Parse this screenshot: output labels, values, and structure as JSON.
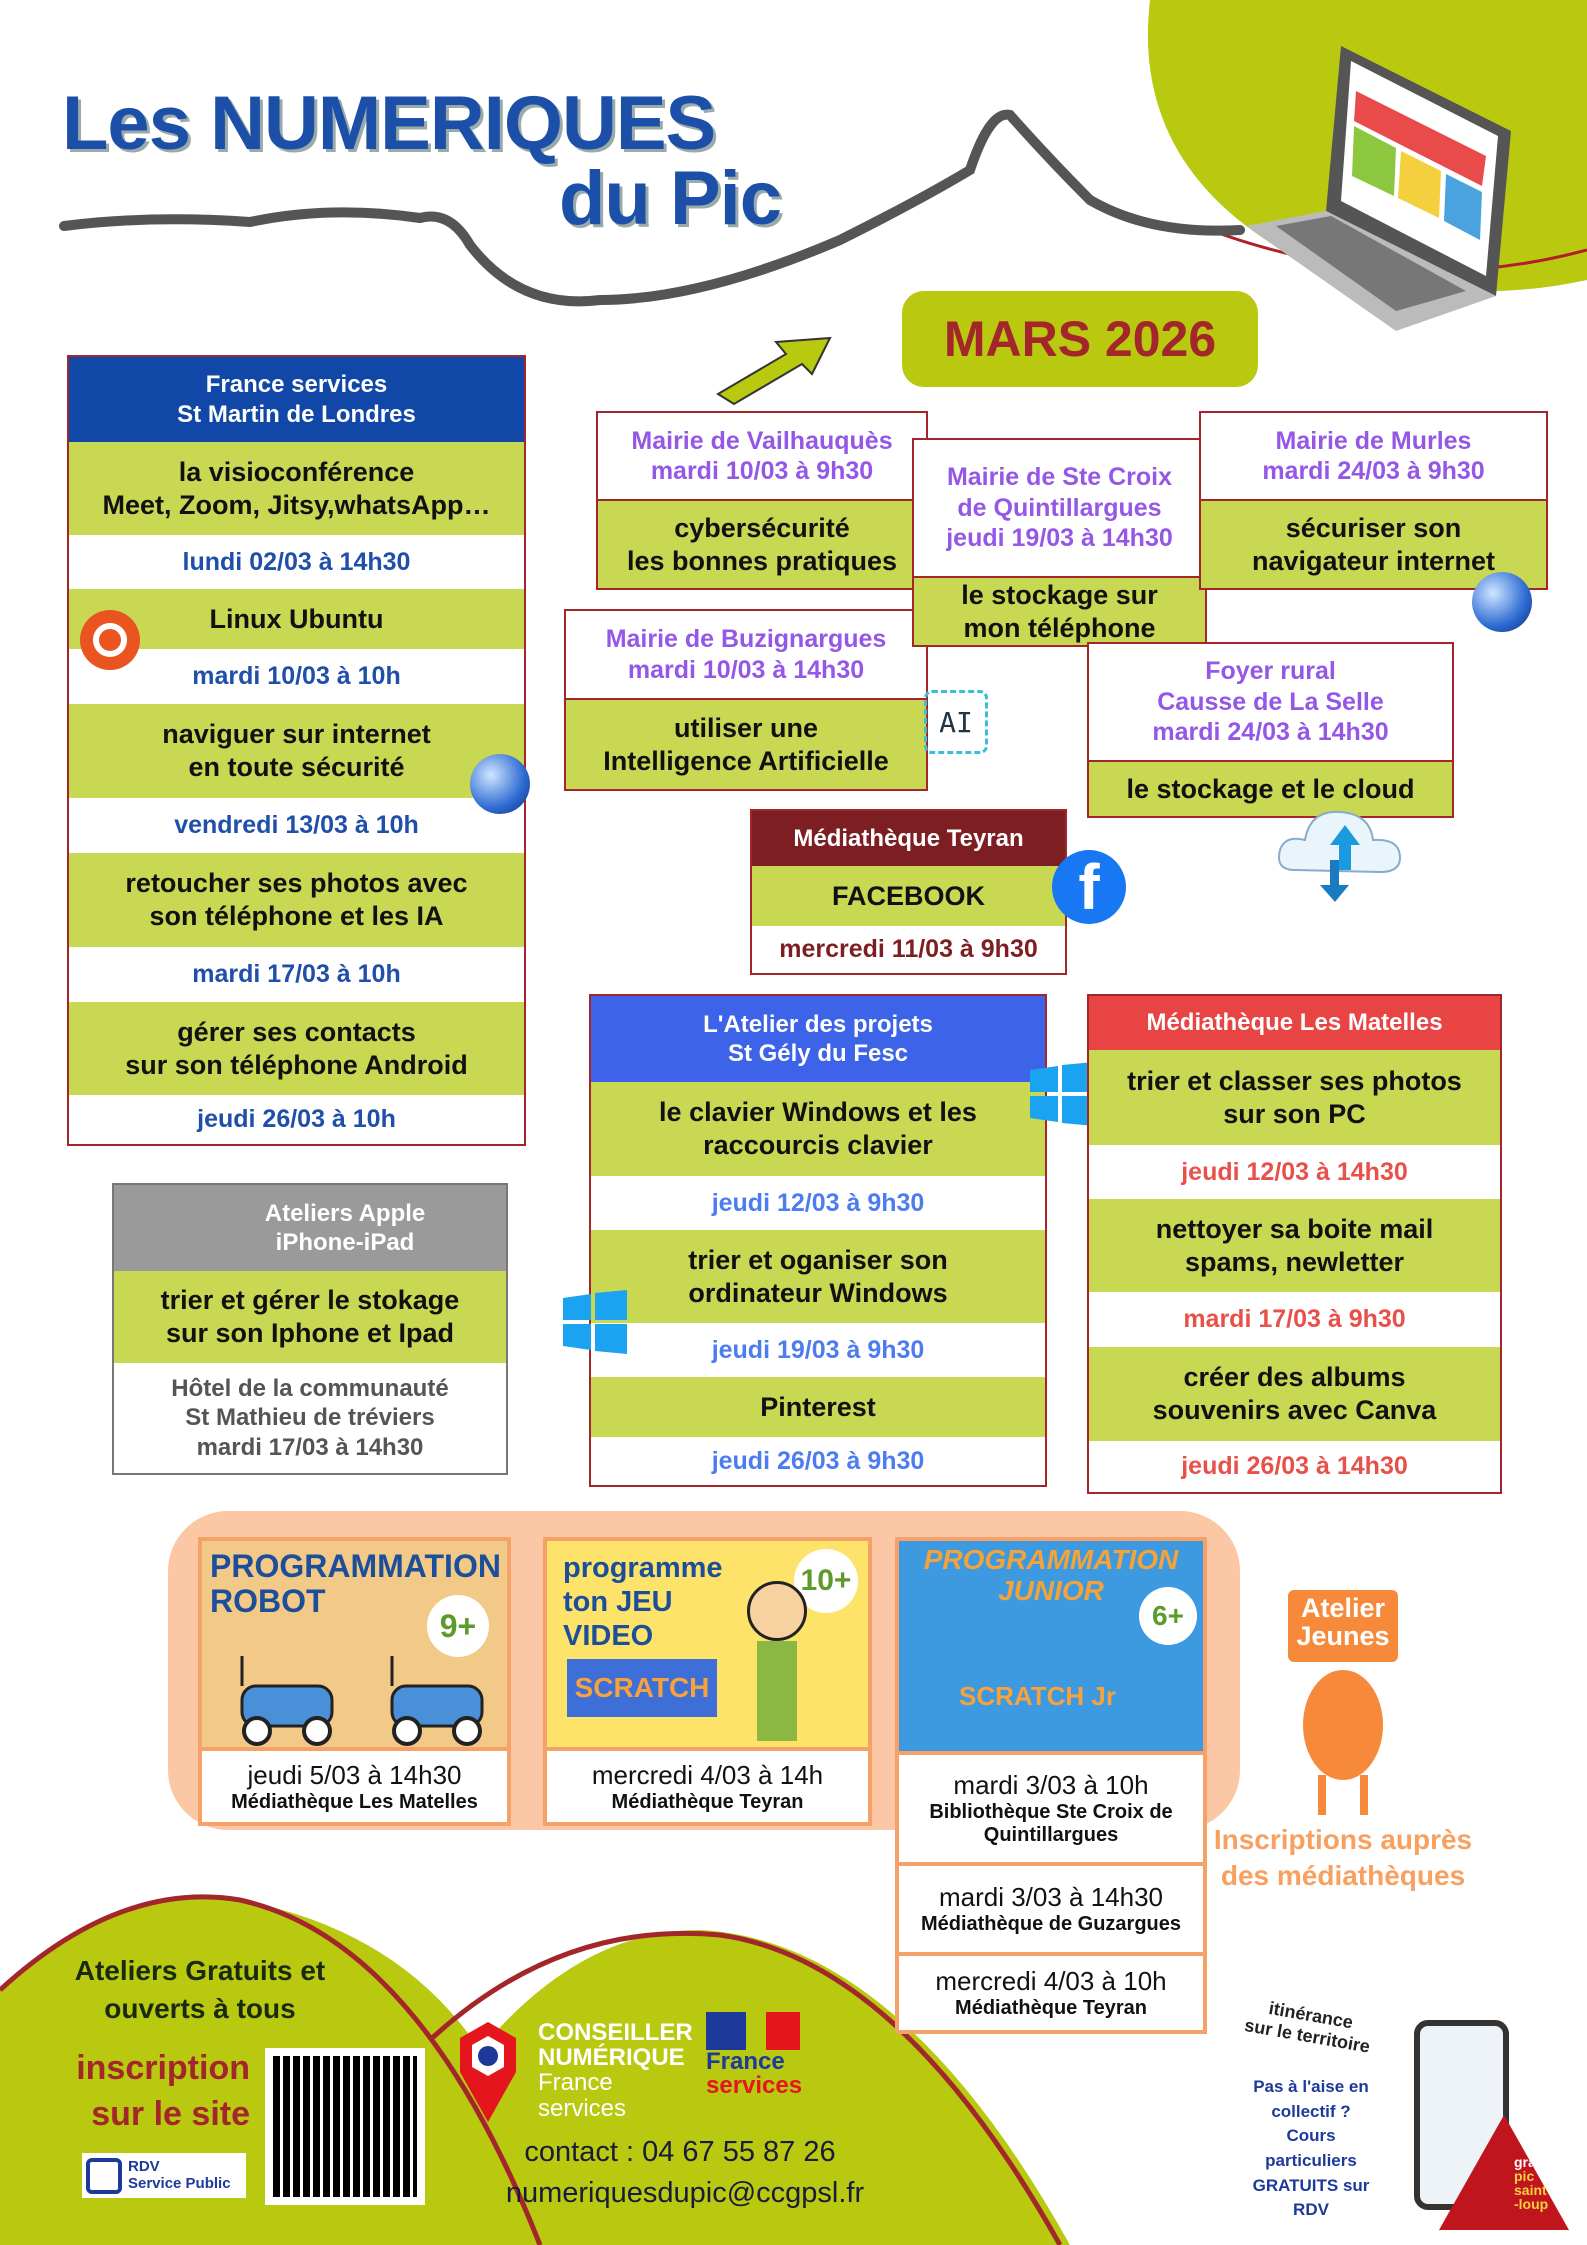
{
  "title": {
    "line1": "Les NUMERIQUES",
    "line2": "du Pic"
  },
  "month": "MARS 2026",
  "france_services": {
    "header": [
      "France services",
      "St Martin de Londres"
    ],
    "items": [
      {
        "topic": [
          "la visioconférence",
          "Meet, Zoom, Jitsy,whatsApp…"
        ],
        "date": "lundi 02/03 à 14h30"
      },
      {
        "topic": [
          "Linux Ubuntu"
        ],
        "date": "mardi 10/03 à 10h"
      },
      {
        "topic": [
          "naviguer sur internet",
          "en toute sécurité"
        ],
        "date": "vendredi 13/03 à 10h"
      },
      {
        "topic": [
          "retoucher ses photos avec",
          "son téléphone et les IA"
        ],
        "date": "mardi 17/03 à 10h"
      },
      {
        "topic": [
          "gérer ses contacts",
          "sur son téléphone Android"
        ],
        "date": "jeudi 26/03 à 10h"
      }
    ]
  },
  "apple": {
    "header": [
      "Ateliers Apple",
      "iPhone-iPad"
    ],
    "topic": [
      "trier et gérer le stokage",
      "sur son Iphone et Ipad"
    ],
    "place": [
      "Hôtel de la communauté",
      "St Mathieu de tréviers",
      "mardi 17/03 à 14h30"
    ]
  },
  "mairies": [
    {
      "place": [
        "Mairie de Vailhauquès",
        "mardi 10/03 à 9h30"
      ],
      "topic": [
        "cybersécurité",
        "les bonnes pratiques"
      ]
    },
    {
      "place": [
        "Mairie de  Ste Croix",
        "de Quintillargues",
        "jeudi 19/03 à 14h30"
      ],
      "topic": [
        "le stockage sur",
        "mon téléphone"
      ]
    },
    {
      "place": [
        "Mairie de Murles",
        "mardi 24/03 à 9h30"
      ],
      "topic": [
        "sécuriser son",
        "navigateur internet"
      ]
    },
    {
      "place": [
        "Mairie de Buzignargues",
        "mardi 10/03 à 14h30"
      ],
      "topic": [
        "utiliser une",
        "Intelligence Artificielle"
      ]
    },
    {
      "place": [
        "Foyer rural",
        "Causse de La Selle",
        "mardi 24/03 à 14h30"
      ],
      "topic": [
        "le stockage et le cloud"
      ]
    }
  ],
  "teyran": {
    "header": "Médiathèque Teyran",
    "topic": "FACEBOOK",
    "date": "mercredi 11/03 à 9h30"
  },
  "atelier_projets": {
    "header": [
      "L'Atelier des projets",
      "St Gély du Fesc"
    ],
    "items": [
      {
        "topic": [
          "le clavier Windows et les",
          "raccourcis clavier"
        ],
        "date": "jeudi 12/03 à 9h30"
      },
      {
        "topic": [
          "trier et oganiser son",
          "ordinateur Windows"
        ],
        "date": "jeudi 19/03 à 9h30"
      },
      {
        "topic": [
          "Pinterest"
        ],
        "date": "jeudi 26/03 à 9h30"
      }
    ]
  },
  "matelles": {
    "header": "Médiathèque Les Matelles",
    "items": [
      {
        "topic": [
          "trier et classer ses photos",
          "sur son PC"
        ],
        "date": "jeudi 12/03 à 14h30"
      },
      {
        "topic": [
          "nettoyer sa boite mail",
          "spams, newletter"
        ],
        "date": "mardi 17/03 à 9h30"
      },
      {
        "topic": [
          "créer des albums",
          "souvenirs avec Canva"
        ],
        "date": "jeudi 26/03 à 14h30"
      }
    ]
  },
  "jeunes": {
    "robot": {
      "title": [
        "PROGRAMMATION",
        "ROBOT"
      ],
      "age": "9+",
      "date": "jeudi 5/03 à 14h30",
      "place": "Médiathèque Les Matelles"
    },
    "jeu": {
      "title": [
        "programme",
        "ton JEU",
        "VIDEO"
      ],
      "age": "10+",
      "logo": "SCRATCH",
      "date": "mercredi 4/03 à 14h",
      "place": "Médiathèque Teyran"
    },
    "junior": {
      "title": [
        "PROGRAMMATION",
        "JUNIOR"
      ],
      "age": "6+",
      "logo": "SCRATCH Jr",
      "sessions": [
        {
          "date": "mardi 3/03 à 10h",
          "place": [
            "Bibliothèque Ste Croix de",
            "Quintillargues"
          ]
        },
        {
          "date": "mardi 3/03 à 14h30",
          "place": [
            "Médiathèque de Guzargues"
          ]
        },
        {
          "date": "mercredi 4/03 à 10h",
          "place": [
            "Médiathèque Teyran"
          ]
        }
      ]
    },
    "badge": [
      "Atelier",
      "Jeunes"
    ],
    "inscriptions": [
      "Inscriptions auprès",
      "des médiathèques"
    ]
  },
  "footer": {
    "free": [
      "Ateliers Gratuits et",
      "ouverts à tous"
    ],
    "inscription": [
      "inscription",
      "sur le site"
    ],
    "rdv": [
      "RDV",
      "Service Public"
    ],
    "conseiller": [
      "CONSEILLER",
      "NUMÉRIQUE",
      "France",
      "services"
    ],
    "fs_logo": [
      "France",
      "services"
    ],
    "contact": "contact : 04 67 55 87 26",
    "email": "numeriquesdupic@ccgpsl.fr",
    "itinerance": [
      "itinérance",
      "sur le territoire"
    ],
    "cours": [
      "Pas à l'aise en",
      "collectif ?",
      "Cours",
      "particuliers",
      "GRATUITS sur",
      "RDV"
    ],
    "gpsl": [
      "grand",
      "pic",
      "saint",
      "-loup"
    ]
  },
  "colors": {
    "green": "#c8d852",
    "border": "#a3262a",
    "title_blue": "#1c4fa8",
    "purple": "#9457e6"
  }
}
